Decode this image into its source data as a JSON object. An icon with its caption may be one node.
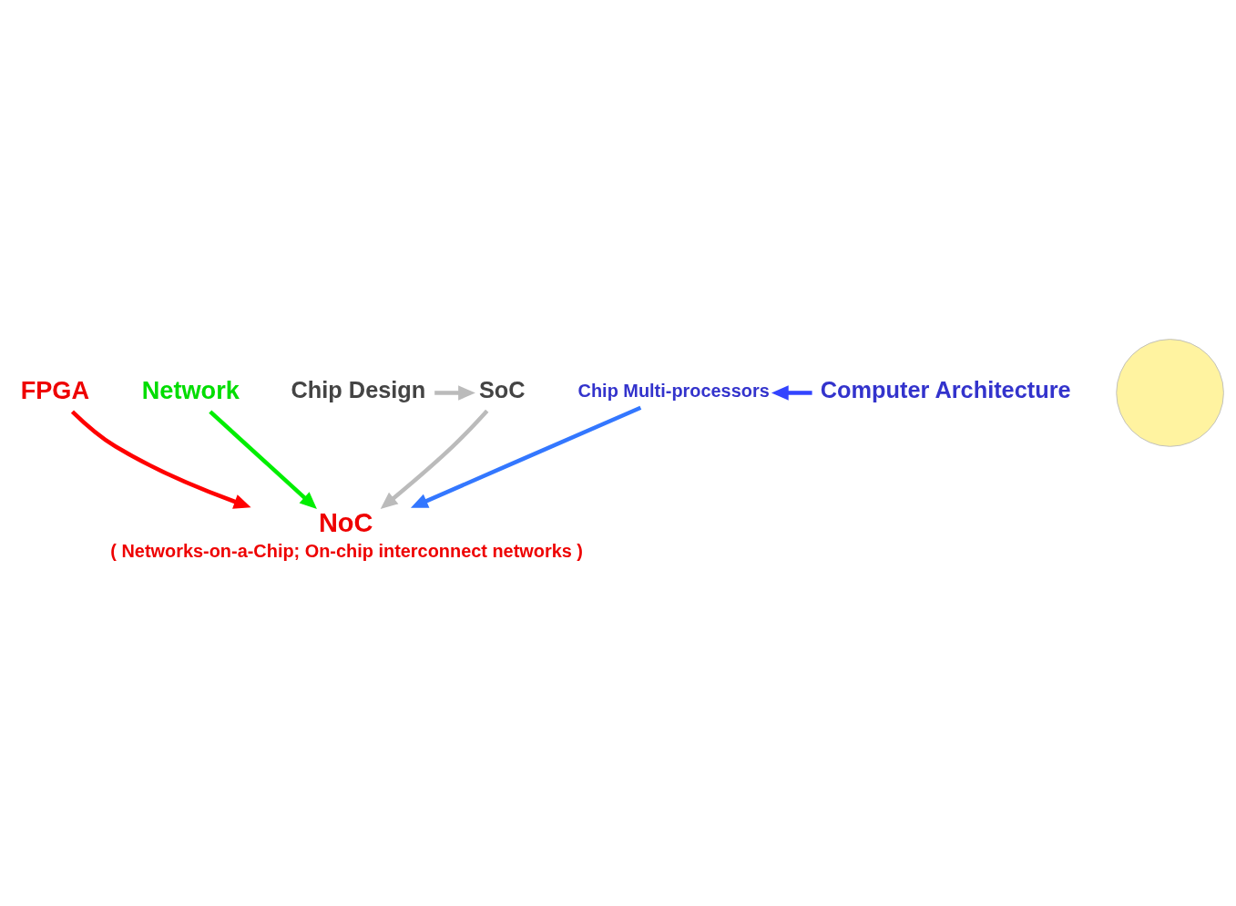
{
  "diagram": {
    "nodes": [
      {
        "text": [
          "FPGA"
        ]
      },
      {
        "text": [
          "Network"
        ]
      },
      {
        "text": [
          "Chip Design"
        ]
      },
      {
        "text": [
          "SoC"
        ]
      },
      {
        "text": [],
        "shape": "circle"
      },
      {
        "text": [
          "Chip Multi-processors"
        ]
      },
      {
        "text": [
          "Computer Architecture"
        ]
      },
      {
        "text": [
          "NoC"
        ],
        "beside": [
          "( Networks-on-a-Chip; On-chip interconnect networks )"
        ]
      }
    ],
    "edges": [
      {
        "from": 0,
        "to": 7,
        "arrow": "to",
        "color": "#ff0000"
      },
      {
        "from": 1,
        "to": 7,
        "arrow": "to",
        "color": "#00ee00"
      },
      {
        "from": 2,
        "to": 3,
        "arrow": "to",
        "color": "#bbbbbb"
      },
      {
        "from": 3,
        "to": 7,
        "arrow": "to",
        "color": "#bbbbbb"
      },
      {
        "from": 6,
        "to": 5,
        "arrow": "to",
        "color": "#3344ff"
      },
      {
        "from": 5,
        "to": 7,
        "arrow": "to",
        "color": "#3377ff"
      }
    ]
  }
}
